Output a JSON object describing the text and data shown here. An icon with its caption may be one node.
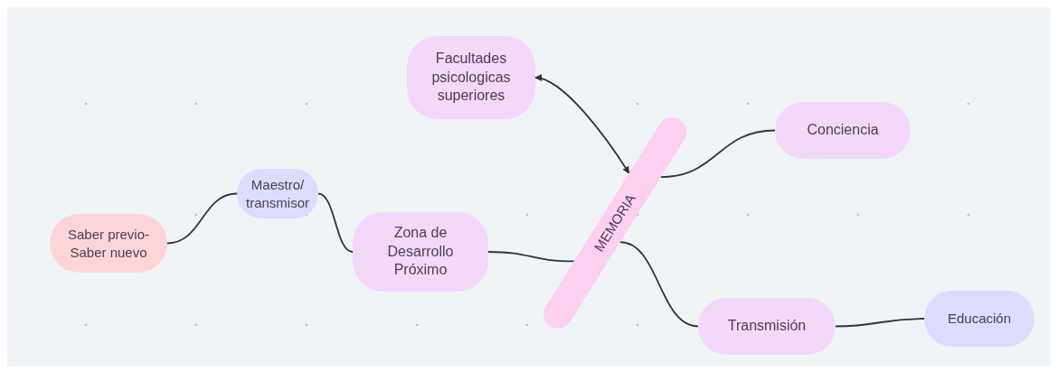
{
  "diagram": {
    "nodes": [
      {
        "text": [
          "Facultades psicologicas superiores"
        ]
      },
      {
        "text": [
          "Conciencia"
        ]
      },
      {
        "text": [
          "Maestro/ transmisor"
        ]
      },
      {
        "text": [
          "Saber previo- Saber nuevo"
        ]
      },
      {
        "text": [
          "Zona de Desarrollo Próximo"
        ]
      },
      {
        "text": [
          "MEMORIA"
        ]
      },
      {
        "text": [
          "Transmisión"
        ]
      },
      {
        "text": [
          "Educación"
        ]
      }
    ],
    "edges": [
      {
        "from": 3,
        "to": 2,
        "arrow": "none"
      },
      {
        "from": 2,
        "to": 4,
        "arrow": "none"
      },
      {
        "from": 4,
        "to": 5,
        "arrow": "none"
      },
      {
        "from": 0,
        "to": 5,
        "arrow": "both"
      },
      {
        "from": 5,
        "to": 1,
        "arrow": "none"
      },
      {
        "from": 5,
        "to": 6,
        "arrow": "none"
      },
      {
        "from": 6,
        "to": 7,
        "arrow": "none"
      }
    ]
  }
}
